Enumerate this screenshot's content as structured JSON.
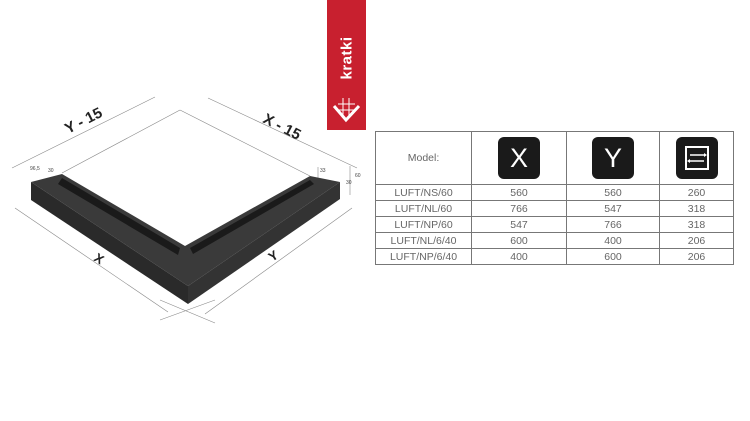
{
  "logo": {
    "brand": "kratki",
    "color": "#c8202f"
  },
  "drawing": {
    "labels": {
      "top_left": "Y - 15",
      "top_right": "X - 15",
      "bottom_left": "X",
      "bottom_right": "Y"
    },
    "small_dims": {
      "width": "96,5",
      "inner": "30",
      "depth": "33",
      "height": "60",
      "slot": "30"
    }
  },
  "table": {
    "header": {
      "model": "Model:",
      "x": "X",
      "y": "Y",
      "icon": "swap-arrows-icon"
    },
    "rows": [
      {
        "model": "LUFT/NS/60",
        "x": "560",
        "y": "560",
        "v": "260"
      },
      {
        "model": "LUFT/NL/60",
        "x": "766",
        "y": "547",
        "v": "318"
      },
      {
        "model": "LUFT/NP/60",
        "x": "547",
        "y": "766",
        "v": "318"
      },
      {
        "model": "LUFT/NL/6/40",
        "x": "600",
        "y": "400",
        "v": "206"
      },
      {
        "model": "LUFT/NP/6/40",
        "x": "400",
        "y": "600",
        "v": "206"
      }
    ]
  }
}
